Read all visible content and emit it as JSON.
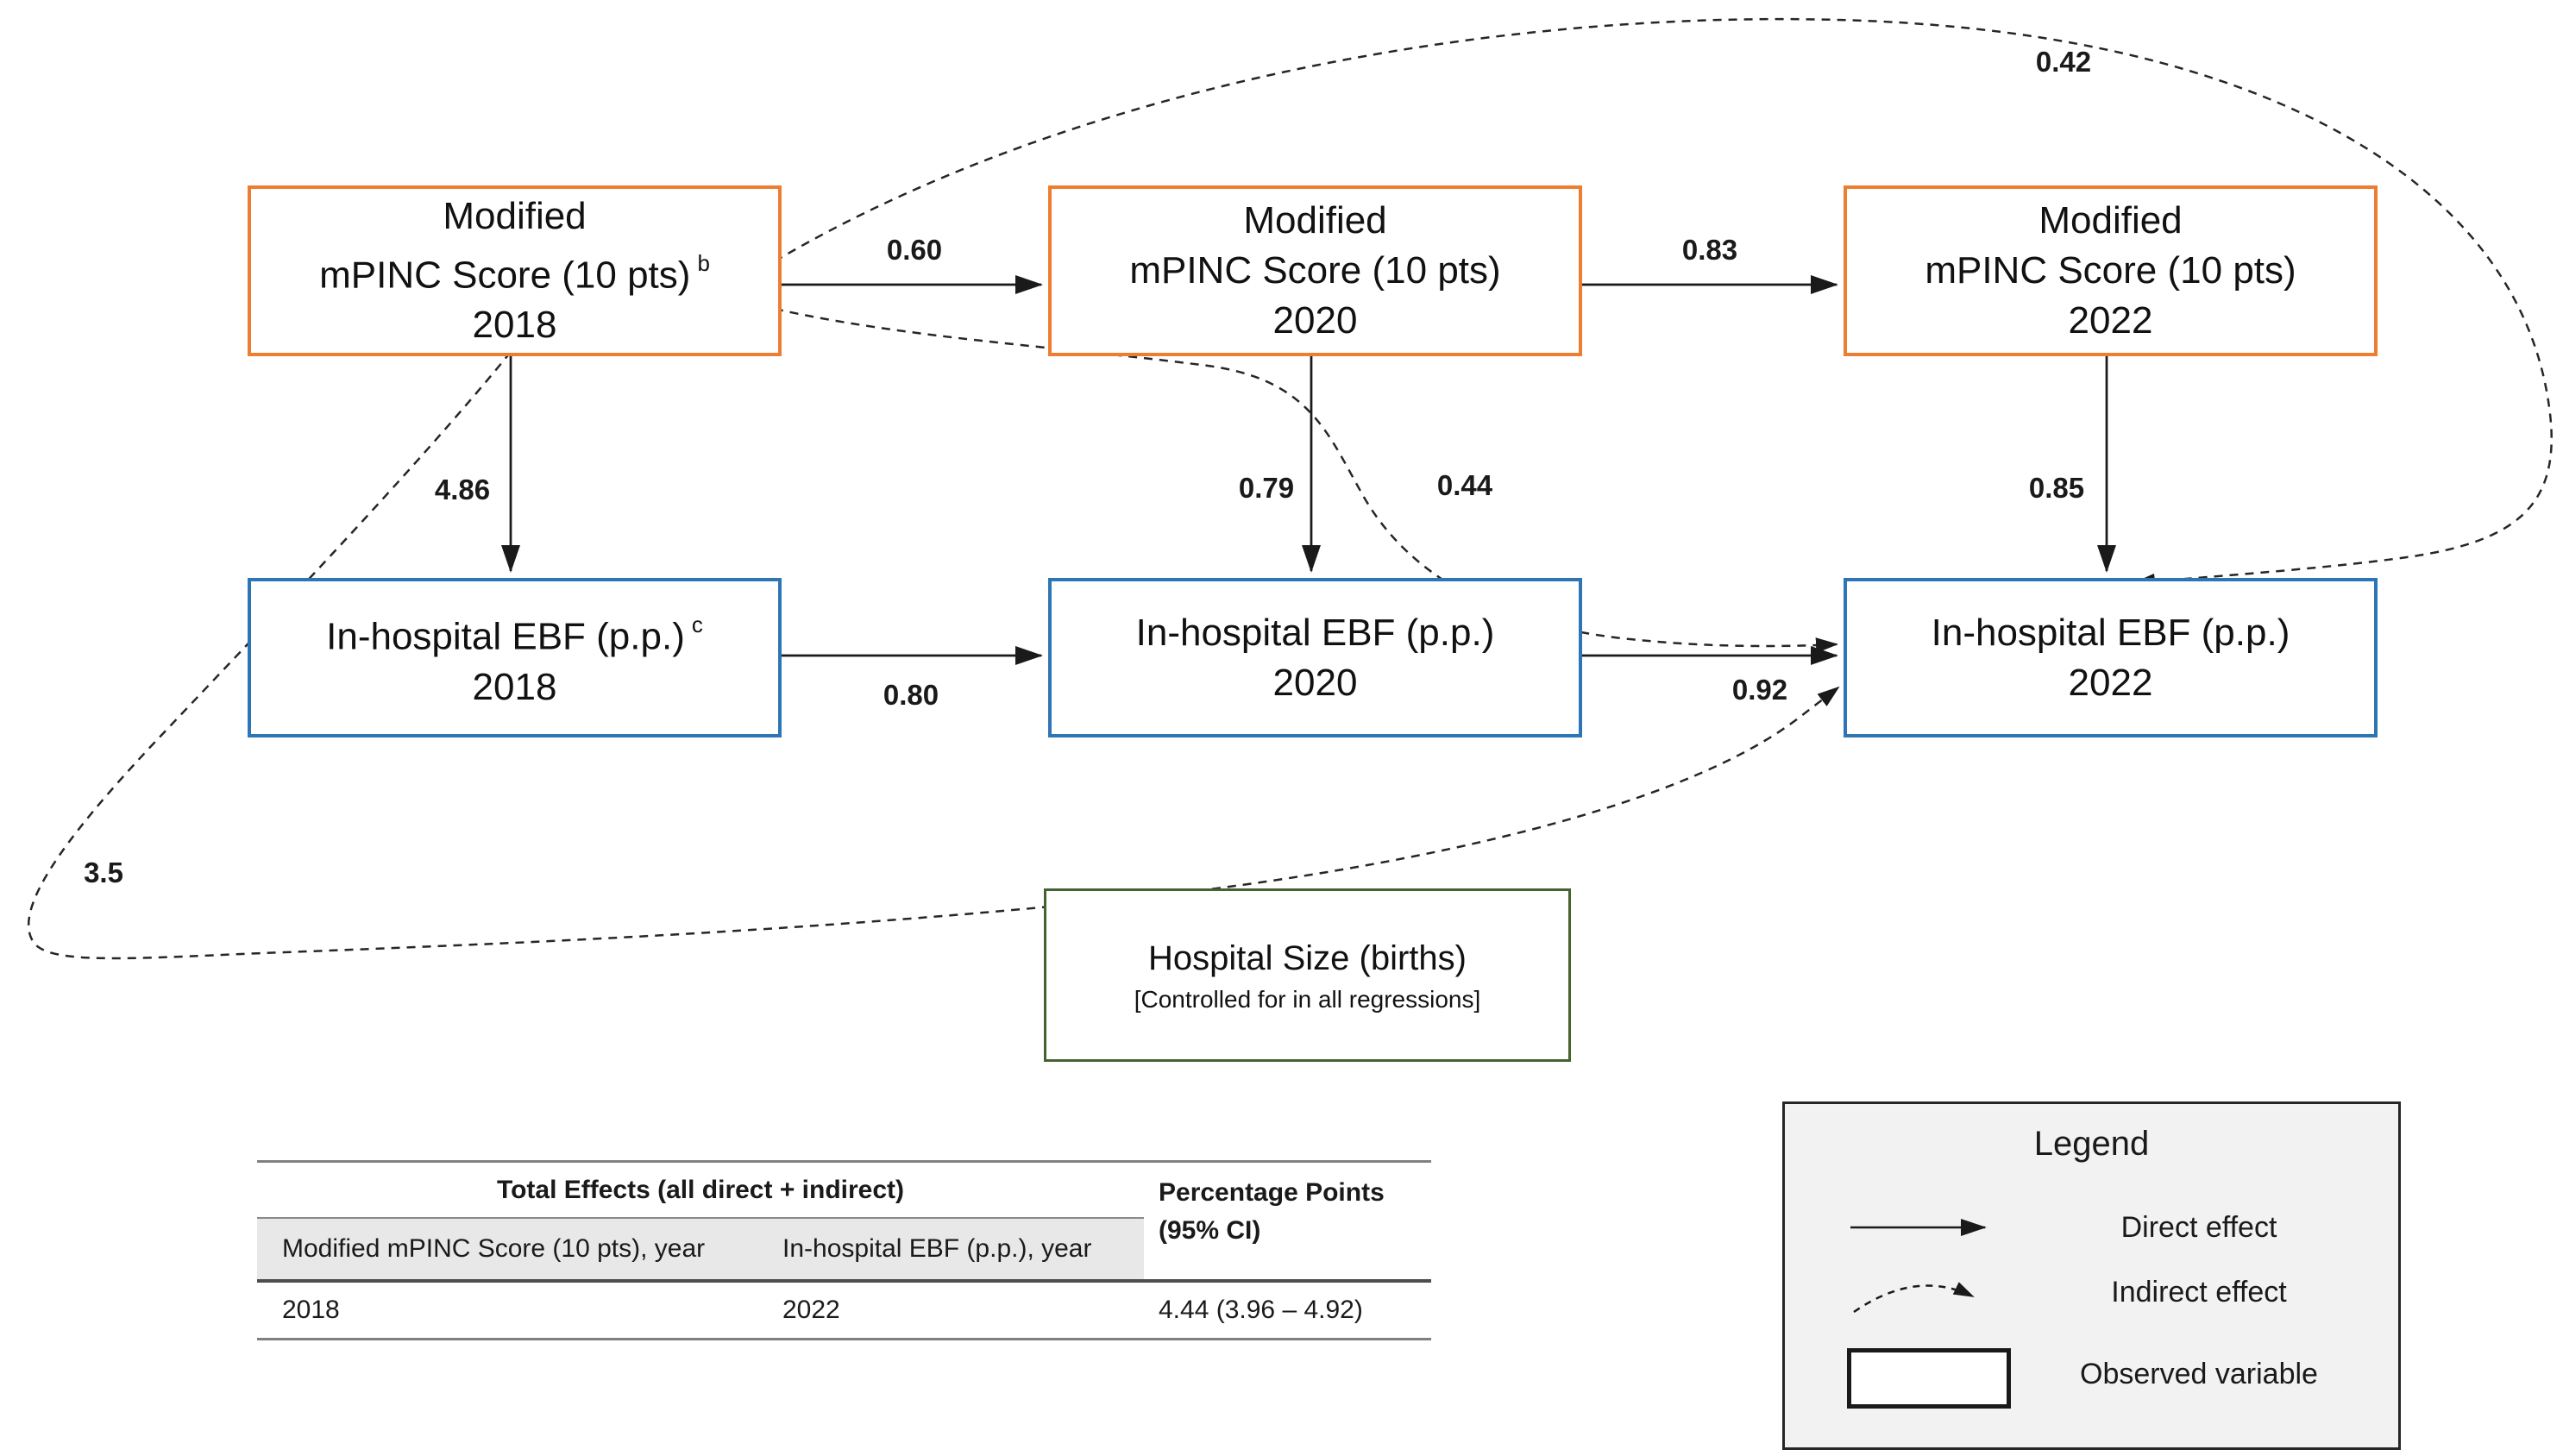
{
  "diagram": {
    "nodes": {
      "mpinc_2018": {
        "line1": "Modified",
        "line2": "mPINC Score (10 pts)",
        "sup": "b",
        "year": "2018"
      },
      "mpinc_2020": {
        "line1": "Modified",
        "line2": "mPINC Score (10 pts)",
        "sup": "",
        "year": "2020"
      },
      "mpinc_2022": {
        "line1": "Modified",
        "line2": "mPINC Score (10 pts)",
        "sup": "",
        "year": "2022"
      },
      "ebf_2018": {
        "line1": "In-hospital EBF (p.p.)",
        "sup": "c",
        "year": "2018"
      },
      "ebf_2020": {
        "line1": "In-hospital EBF (p.p.)",
        "sup": "",
        "year": "2020"
      },
      "ebf_2022": {
        "line1": "In-hospital EBF (p.p.)",
        "sup": "",
        "year": "2022"
      },
      "hospital_size": {
        "line1": "Hospital Size (births)",
        "line2": "[Controlled for in all regressions]"
      }
    },
    "coefficients": {
      "mpinc_2018_to_2020": "0.60",
      "mpinc_2020_to_2022": "0.83",
      "mpinc_to_ebf_2018": "4.86",
      "mpinc_to_ebf_2020": "0.79",
      "mpinc_to_ebf_2022": "0.85",
      "ebf_2018_to_2020": "0.80",
      "ebf_2020_to_2022": "0.92",
      "indirect_top": "0.42",
      "indirect_mid": "0.44",
      "indirect_bottom": "3.5"
    },
    "colors": {
      "mpinc_border": "#ED7D31",
      "ebf_border": "#2E75B6",
      "hospital_border": "#44632E",
      "arrow": "#1a1a1a"
    }
  },
  "table": {
    "group_header": "Total Effects (all direct + indirect)",
    "col3_header_line1": "Percentage Points",
    "col3_header_line2": "(95% CI)",
    "subheaders": [
      "Modified mPINC Score (10 pts), year",
      "In-hospital EBF (p.p.), year"
    ],
    "rows": [
      {
        "mpinc_year": "2018",
        "ebf_year": "2022",
        "value": "4.44 (3.96 – 4.92)"
      }
    ]
  },
  "legend": {
    "title": "Legend",
    "items": [
      {
        "label": "Direct effect"
      },
      {
        "label": "Indirect effect"
      },
      {
        "label": "Observed variable"
      }
    ]
  }
}
